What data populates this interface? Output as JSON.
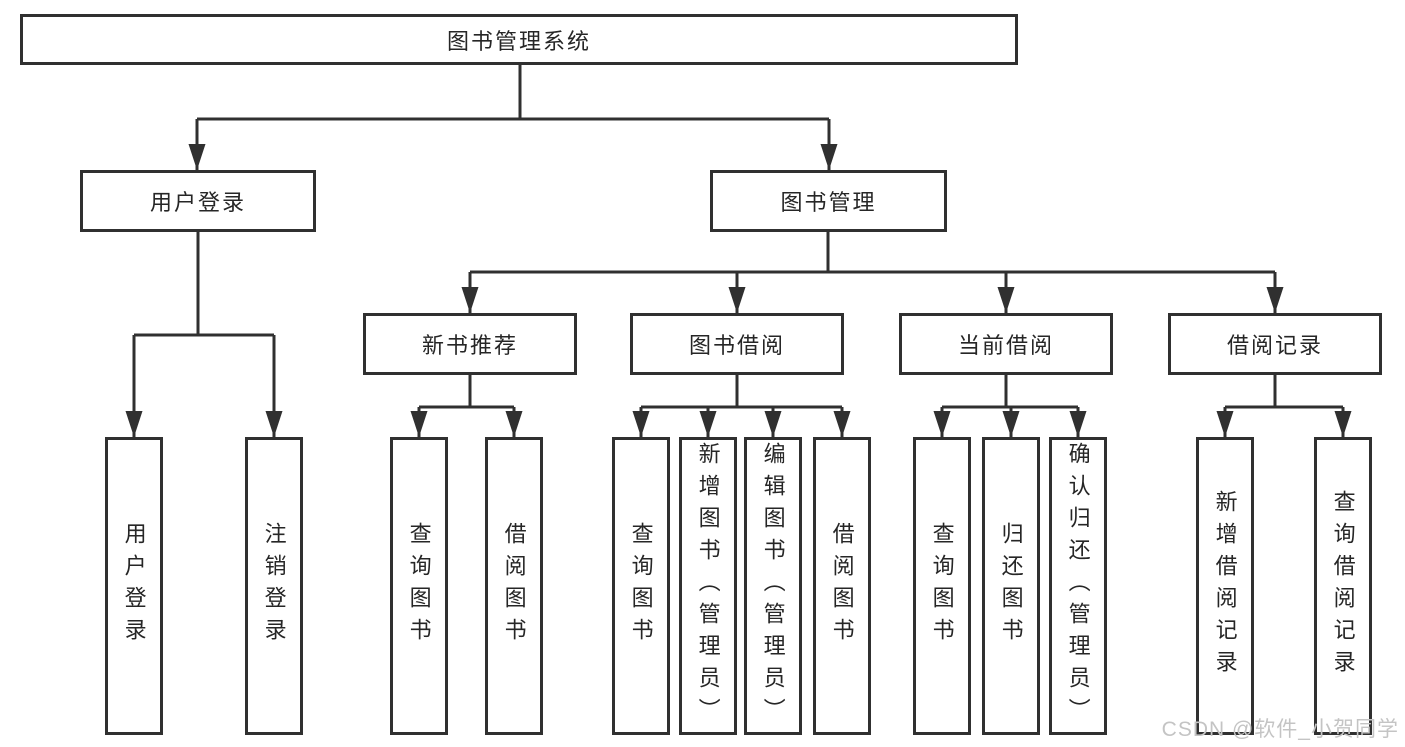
{
  "diagram": {
    "root": "图书管理系统",
    "login": {
      "label": "用户登录",
      "children": [
        "用户登录",
        "注销登录"
      ]
    },
    "management": {
      "label": "图书管理",
      "sections": [
        {
          "label": "新书推荐",
          "children": [
            "查询图书",
            "借阅图书"
          ]
        },
        {
          "label": "图书借阅",
          "children": [
            "查询图书",
            "新增图书（管理员）",
            "编辑图书（管理员）",
            "借阅图书"
          ]
        },
        {
          "label": "当前借阅",
          "children": [
            "查询图书",
            "归还图书",
            "确认归还（管理员）"
          ]
        },
        {
          "label": "借阅记录",
          "children": [
            "新增借阅记录",
            "查询借阅记录"
          ]
        }
      ]
    }
  },
  "watermark": {
    "text": "CSDN @软件_小贺同学"
  },
  "colors": {
    "line": "#303030",
    "box_border": "#303030",
    "box_background": "#ffffff",
    "text": "#262626",
    "watermark": "#c4c4c4",
    "background": "#ffffff"
  }
}
